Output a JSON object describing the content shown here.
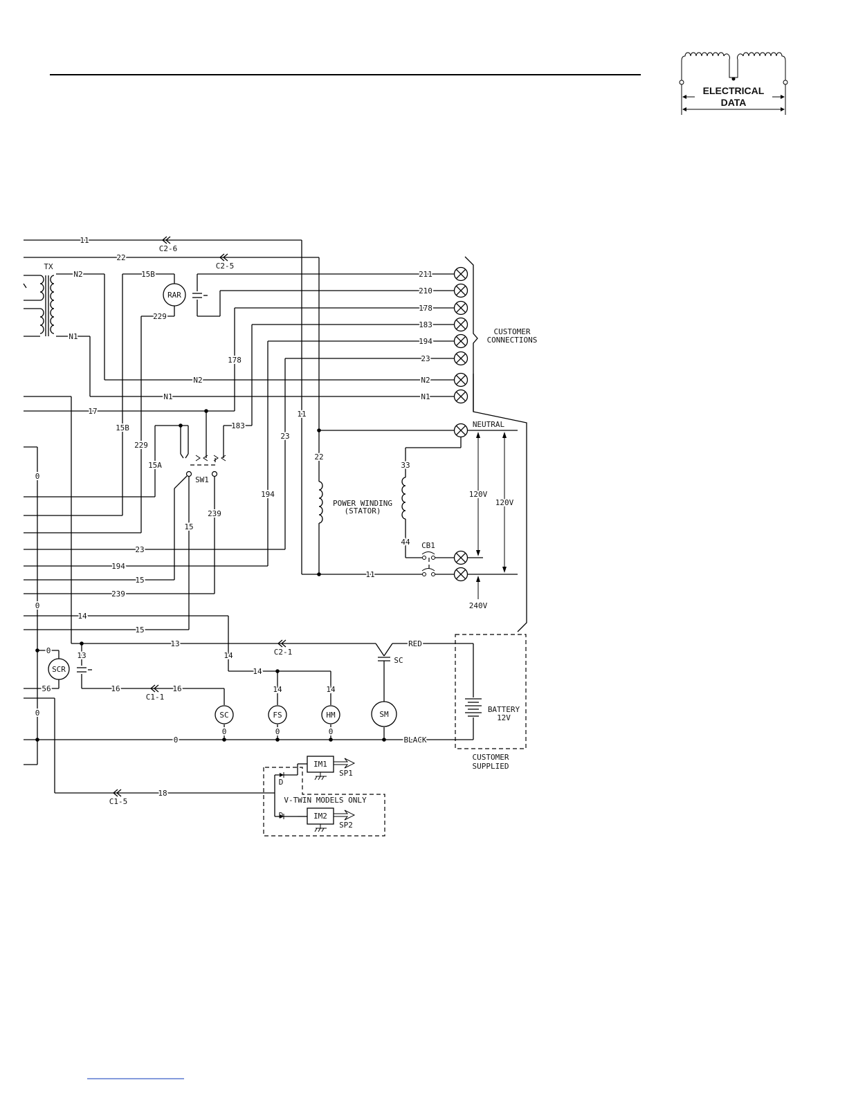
{
  "header": {
    "logo": {
      "title": "ELECTRICAL",
      "subtitle": "DATA"
    }
  },
  "wire_labels": {
    "w11_top": "11",
    "w22_top": "22",
    "w15b_top": "15B",
    "w229_top": "229",
    "w211": "211",
    "w210": "210",
    "w178": "178",
    "w183": "183",
    "w194": "194",
    "w23": "23",
    "wN2": "N2",
    "wN2_right": "N2",
    "wN1": "N1",
    "wN1_right": "N1",
    "w17": "17",
    "w178_v": "178",
    "w11_v": "11",
    "w15b_v": "15B",
    "w229_v": "229",
    "w183_v": "183",
    "w23_v": "23",
    "w22_v": "22",
    "w15a": "15A",
    "w0_a": "0",
    "w194_v": "194",
    "w239_v": "239",
    "w15_v": "15",
    "w33": "33",
    "w44": "44",
    "w23_h": "23",
    "w194_h": "194",
    "w15_h": "15",
    "w239_h": "239",
    "w11_h": "11",
    "w0_b": "0",
    "w14_h": "14",
    "w15_h2": "15",
    "w14_v": "14",
    "w13": "13",
    "w13_v": "13",
    "w0_c": "0",
    "w14_h2": "14",
    "w56": "56",
    "w16_a": "16",
    "w16_b": "16",
    "w0_d": "0",
    "w14_fs": "14",
    "w14_hm": "14",
    "w0_sc": "0",
    "w0_fs": "0",
    "w0_hm": "0",
    "w0_main": "0",
    "w18": "18",
    "red": "RED",
    "black": "BLACK"
  },
  "connectors": {
    "c2_6": "C2-6",
    "c2_5": "C2-5",
    "c2_1": "C2-1",
    "c1_1": "C1-1",
    "c1_5": "C1-5"
  },
  "components": {
    "tx": "TX",
    "tx_n2": "N2",
    "tx_n1": "N1",
    "rar": "RAR",
    "sw1": "SW1",
    "scr": "SCR",
    "sc_circle": "SC",
    "fs_circle": "FS",
    "hm_circle": "HM",
    "sm_circle": "SM",
    "sc_contact": "SC",
    "cb1": "CB1",
    "im1": "IM1",
    "im2": "IM2",
    "sp1": "SP1",
    "sp2": "SP2",
    "d1": "D",
    "d2": "D",
    "battery_line1": "BATTERY",
    "battery_line2": "12V",
    "power_winding_line1": "POWER WINDING",
    "power_winding_line2": "(STATOR)",
    "v_twin": "V-TWIN MODELS ONLY"
  },
  "customer": {
    "connections_line1": "CUSTOMER",
    "connections_line2": "CONNECTIONS",
    "supplied_line1": "CUSTOMER",
    "supplied_line2": "SUPPLIED",
    "neutral": "NEUTRAL"
  },
  "voltages": {
    "v120_inner": "120V",
    "v120_outer": "120V",
    "v240": "240V"
  }
}
